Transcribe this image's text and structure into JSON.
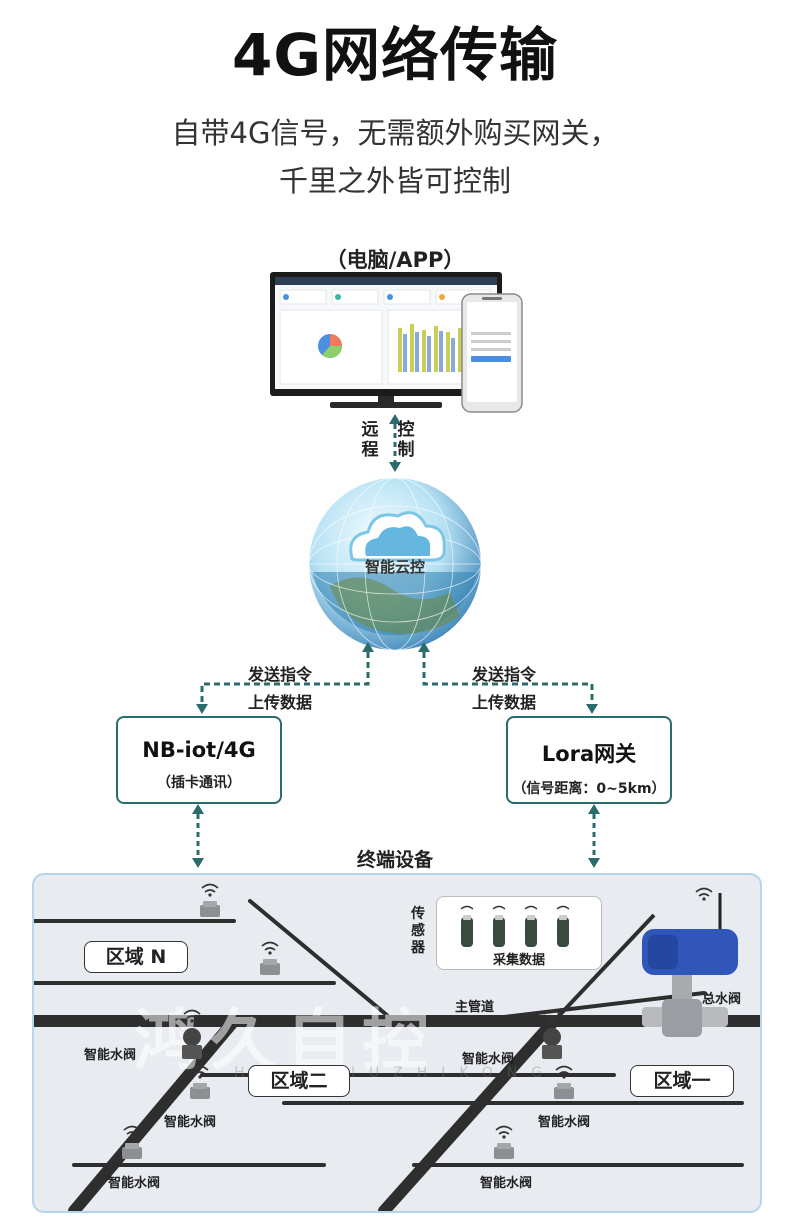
{
  "title": "4G网络传输",
  "subtitle_line1": "自带4G信号，无需额外购买网关，",
  "subtitle_line2": "千里之外皆可控制",
  "device_label": "（电脑/APP）",
  "remote_control": {
    "left": "远程",
    "right": "控制"
  },
  "cloud_label": "智能云控",
  "left_link": {
    "send": "发送指令",
    "upload": "上传数据"
  },
  "right_link": {
    "send": "发送指令",
    "upload": "上传数据"
  },
  "nb_box": {
    "title": "NB-iot/4G",
    "note": "（插卡通讯）"
  },
  "lora_box": {
    "title": "Lora网关",
    "note": "（信号距离：0~5km）"
  },
  "terminal_title": "终端设备",
  "zones": {
    "n": "区域 N",
    "two": "区域二",
    "one": "区域一"
  },
  "sensor": {
    "label": "传感器",
    "caption": "采集数据"
  },
  "main_pipe": "主管道",
  "main_valve": "总水阀",
  "smart_valve": "智能水阀",
  "watermark": {
    "main": "鸿久自控",
    "sub": "HONGJIUZHIKONG"
  },
  "colors": {
    "accent": "#2b6b6c",
    "panel_border": "#b4d6ea",
    "pipe": "#2e2e2e"
  }
}
